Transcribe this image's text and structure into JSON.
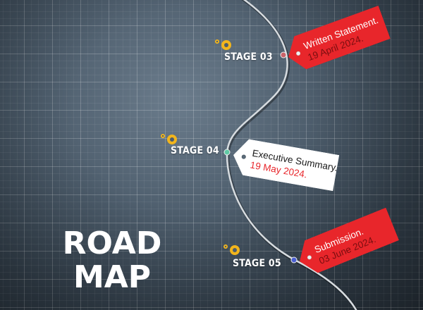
{
  "title": {
    "line1": "ROAD",
    "line2": "MAP"
  },
  "stages": [
    {
      "label": "STAGE 03",
      "marker_color": "#c9636a"
    },
    {
      "label": "STAGE 04",
      "marker_color": "#5fc9a4"
    },
    {
      "label": "STAGE 05",
      "marker_color": "#4a5fd1"
    }
  ],
  "tags": [
    {
      "line1": "Written Statement.",
      "line2": "19 April 2024.",
      "style": "red"
    },
    {
      "line1": "Executive Summary.",
      "line2": "19 May 2024.",
      "style": "white"
    },
    {
      "line1": "Submission.",
      "line2": "03 June 2024.",
      "style": "red"
    }
  ],
  "colors": {
    "tag_red": "#e8262b",
    "tag_white": "#ffffff",
    "date_red": "#e8262b",
    "date_dark": "#7a0e10",
    "gear": "#f2b51c",
    "road": "#d7dce0"
  }
}
